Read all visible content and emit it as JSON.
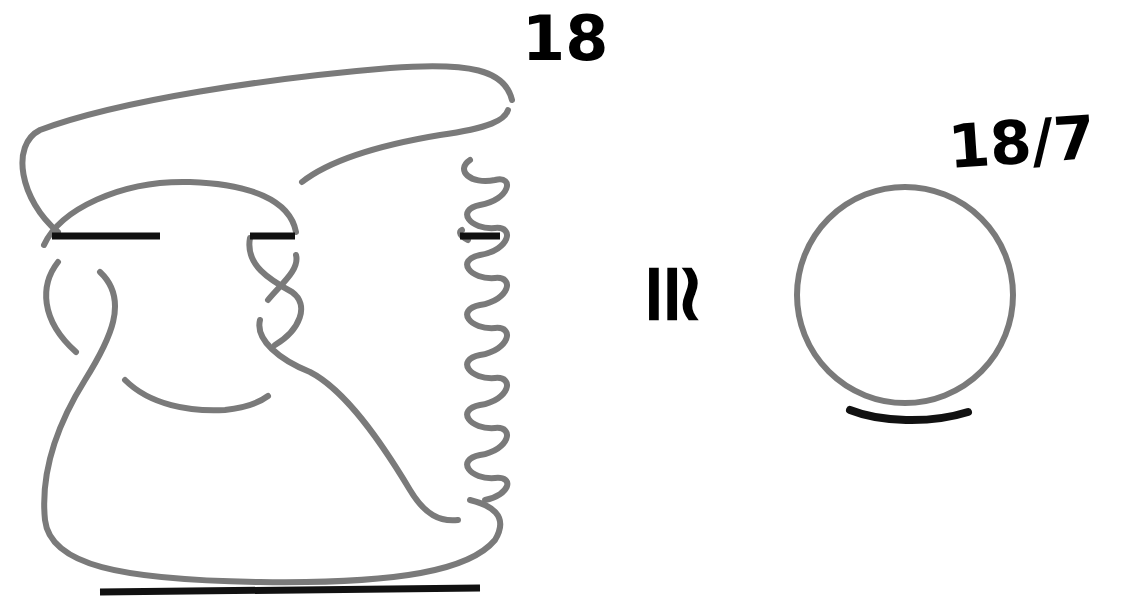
{
  "diagram": {
    "labels": [
      "18",
      "≅",
      "18/7"
    ]
  }
}
